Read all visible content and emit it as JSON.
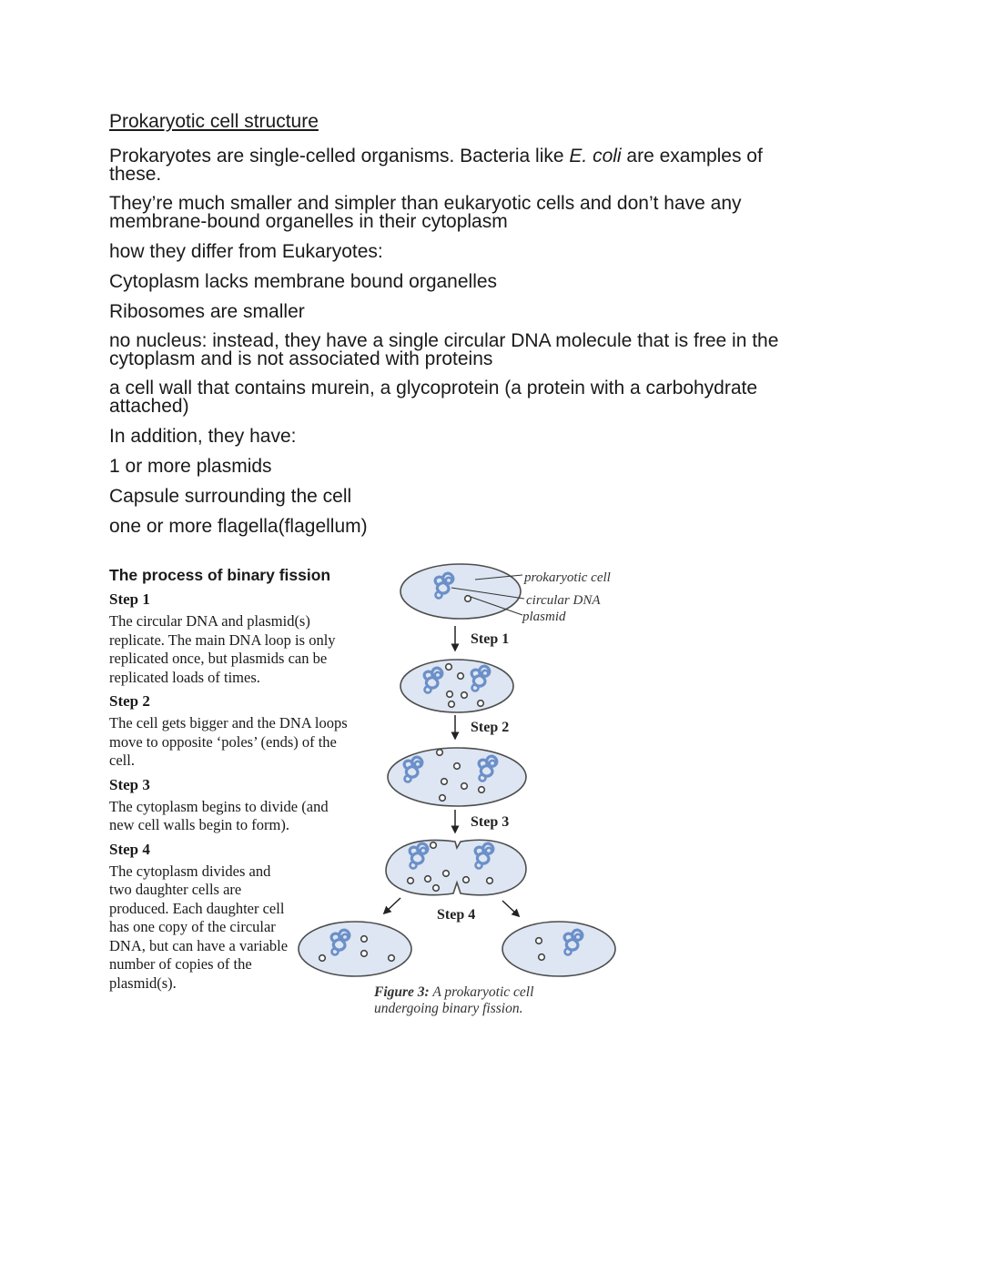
{
  "notes": {
    "heading": "Prokaryotic cell structure",
    "p1_before": "Prokaryotes are single-celled organisms. Bacteria like ",
    "p1_em": "E. coli",
    "p1_after": " are examples of these.",
    "p2": "They’re much smaller and simpler than eukaryotic cells and don’t have any membrane-bound organelles in their cytoplasm",
    "p3": "how they differ from Eukaryotes:",
    "p4": "Cytoplasm lacks membrane bound organelles",
    "p5": "Ribosomes are smaller",
    "p6": "no nucleus: instead, they have a single circular DNA molecule that is free in the cytoplasm and is not associated with proteins",
    "p7": "a cell wall that contains murein, a glycoprotein (a protein with a carbohydrate attached)",
    "p8": "In addition, they have:",
    "p9": "1 or more plasmids",
    "p10": "Capsule surrounding the cell",
    "p11": "one or more flagella(flagellum)"
  },
  "figure": {
    "title": "The process of binary fission",
    "steps": [
      {
        "label": "Step 1",
        "text": "The circular DNA and plasmid(s) replicate.  The main DNA loop is only replicated once, but plasmids can be replicated loads of times."
      },
      {
        "label": "Step 2",
        "text": "The cell gets bigger and the DNA loops move to opposite ‘poles’ (ends) of the cell."
      },
      {
        "label": "Step 3",
        "text": "The cytoplasm begins to divide (and new cell walls begin to form)."
      },
      {
        "label": "Step 4",
        "text": "The cytoplasm divides and two daughter cells are produced.  Each daughter cell has one copy of the circular DNA, but can have a variable number of copies of the plasmid(s)."
      }
    ],
    "labels": {
      "prokaryotic_cell": "prokaryotic cell",
      "circular_dna": "circular DNA",
      "plasmid": "plasmid"
    },
    "diagram_steps": [
      "Step 1",
      "Step 2",
      "Step 3",
      "Step 4"
    ],
    "caption_bold": "Figure 3:",
    "caption_rest": "A prokaryotic cell undergoing binary fission.",
    "colors": {
      "cell_fill": "#dde6f2",
      "cell_stroke": "#4d4d4d",
      "dna": "#6b8fc9"
    }
  }
}
